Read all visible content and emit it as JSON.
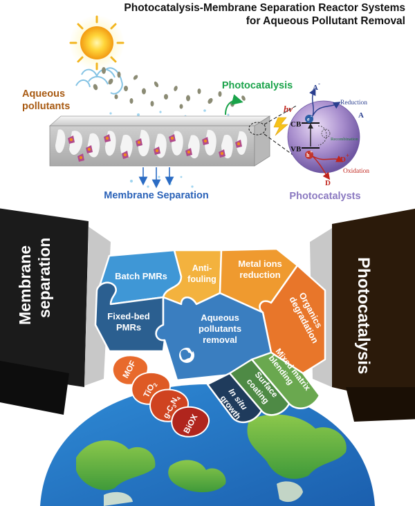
{
  "title": {
    "line1": "Photocatalysis-Membrane Separation Reactor Systems",
    "line2": "for Aqueous Pollutant Removal"
  },
  "top": {
    "aqueous_pollutants": [
      "Aqueous",
      "pollutants"
    ],
    "photocatalysis": "Photocatalysis",
    "membrane_separation": "Membrane Separation",
    "photocatalysts": "Photocatalysts",
    "hv": "hv",
    "particle": {
      "cb": "CB",
      "vb": "VB",
      "electron": "e",
      "electron_sign": "-",
      "hole": "h",
      "hole_sign": "+",
      "recombination": "Recombination",
      "a_minus": "A",
      "a_minus_sign": "-",
      "reduction": "Reduction",
      "a": "A",
      "d_plus": "D",
      "d_plus_sign": "+",
      "oxidation": "Oxidation",
      "d": "D"
    }
  },
  "bottom": {
    "left_hand": [
      "Membrane",
      "separation"
    ],
    "right_hand": "Photocatalysis",
    "center": [
      "Aqueous",
      "pollutants",
      "removal"
    ],
    "pieces": {
      "batch": "Batch PMRs",
      "fixed_bed": [
        "Fixed-bed",
        "PMRs"
      ],
      "antifouling": [
        "Anti-",
        "fouling"
      ],
      "metal_ions": [
        "Metal ions",
        "reduction"
      ],
      "organics": [
        "Organics",
        "degradation"
      ],
      "mixed_matrix": [
        "Mixed matrix",
        "blending"
      ],
      "surface_coating": [
        "Surface",
        "coating"
      ],
      "in_situ": [
        "In situ",
        "growth"
      ]
    },
    "fingers": {
      "mof": "MOF",
      "tio2": "TiO",
      "tio2_sub": "2",
      "gc3n4_a": "g-C",
      "gc3n4_sub1": "3",
      "gc3n4_b": "N",
      "gc3n4_sub2": "4",
      "biox": "BiOX"
    }
  }
}
